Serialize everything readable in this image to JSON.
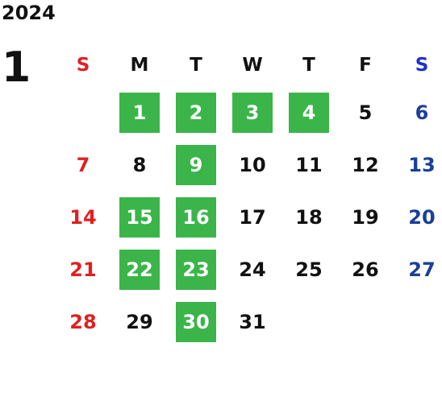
{
  "calendar": {
    "year": "2024",
    "month": "1",
    "weekdays": [
      "S",
      "M",
      "T",
      "W",
      "T",
      "F",
      "S"
    ],
    "weeks": [
      [
        {
          "day": "",
          "hl": false
        },
        {
          "day": "1",
          "hl": true
        },
        {
          "day": "2",
          "hl": true
        },
        {
          "day": "3",
          "hl": true
        },
        {
          "day": "4",
          "hl": true
        },
        {
          "day": "5",
          "hl": false
        },
        {
          "day": "6",
          "hl": false
        }
      ],
      [
        {
          "day": "7",
          "hl": false
        },
        {
          "day": "8",
          "hl": false
        },
        {
          "day": "9",
          "hl": true
        },
        {
          "day": "10",
          "hl": false
        },
        {
          "day": "11",
          "hl": false
        },
        {
          "day": "12",
          "hl": false
        },
        {
          "day": "13",
          "hl": false
        }
      ],
      [
        {
          "day": "14",
          "hl": false
        },
        {
          "day": "15",
          "hl": true
        },
        {
          "day": "16",
          "hl": true
        },
        {
          "day": "17",
          "hl": false
        },
        {
          "day": "18",
          "hl": false
        },
        {
          "day": "19",
          "hl": false
        },
        {
          "day": "20",
          "hl": false
        }
      ],
      [
        {
          "day": "21",
          "hl": false
        },
        {
          "day": "22",
          "hl": true
        },
        {
          "day": "23",
          "hl": true
        },
        {
          "day": "24",
          "hl": false
        },
        {
          "day": "25",
          "hl": false
        },
        {
          "day": "26",
          "hl": false
        },
        {
          "day": "27",
          "hl": false
        }
      ],
      [
        {
          "day": "28",
          "hl": false
        },
        {
          "day": "29",
          "hl": false
        },
        {
          "day": "30",
          "hl": true
        },
        {
          "day": "31",
          "hl": false
        },
        {
          "day": "",
          "hl": false
        },
        {
          "day": "",
          "hl": false
        },
        {
          "day": "",
          "hl": false
        }
      ]
    ]
  },
  "colors": {
    "sunday": "#e02020",
    "saturday": "#1a3f99",
    "highlight": "#3bb54a",
    "text": "#111111"
  }
}
